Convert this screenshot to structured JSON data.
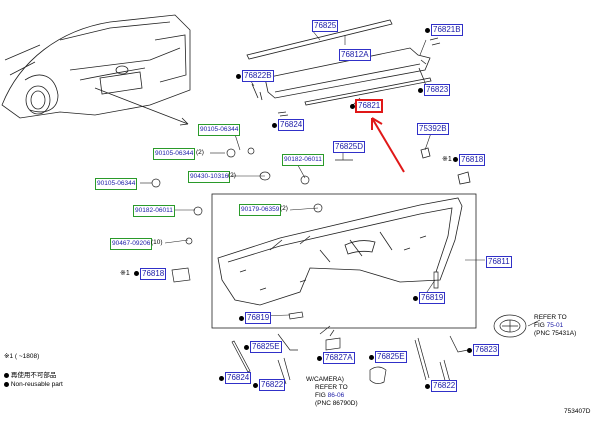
{
  "callouts": {
    "p76825": "76825",
    "p76821B": "76821B",
    "p76812A": "76812A",
    "p76822B": "76822B",
    "p76823_top": "76823",
    "p76821": "76821",
    "p76824_top": "76824",
    "p75392B": "75392B",
    "p76825D": "76825D",
    "p76818_right": "76818",
    "p76811": "76811",
    "p76818_left": "76818",
    "p76819_left": "76819",
    "p76819_right": "76819",
    "p76825E_left": "76825E",
    "p76827A": "76827A",
    "p76825E_right": "76825E",
    "p76823_bottom": "76823",
    "p76824_bottom": "76824",
    "p76822_left": "76822",
    "p76822_right": "76822"
  },
  "hardware": {
    "h90105_06344_a": "90105-06344",
    "h90105_06344_b": "90105-06344",
    "h90182_06011_a": "90182-06011",
    "h90430_10316": "90430-10316",
    "h90105_06344_c": "90105-06344",
    "h90182_06011_b": "90182-06011",
    "h90179_06359": "90179-06359",
    "h90467_09206": "90467-09206"
  },
  "quantities": {
    "q2_a": "(2)",
    "q2_b": "(2)",
    "q2_c": "(2)",
    "q10": "(10)"
  },
  "star_mark": "※1",
  "refer_fig75": {
    "line1": "REFER TO",
    "line2_prefix": "FIG ",
    "fig": "75-01",
    "line3": "(PNC 75431A)"
  },
  "camera_ref": {
    "tag": "W/CAMERA)",
    "line1": "REFER TO",
    "line2_prefix": "FIG ",
    "fig": "86-06",
    "line3": "(PNC 86790D)"
  },
  "footnote_range": "※1 (     ~1808)",
  "legend": {
    "reuse_jp": "再使用不可部品",
    "non_reusable": "Non-reusable part"
  },
  "diagram_code": "753407D",
  "colors": {
    "callout_border": "#3030c8",
    "hardware_border": "#2a9a2a",
    "highlight": "#e01818",
    "link_text": "#1a1aa6"
  }
}
